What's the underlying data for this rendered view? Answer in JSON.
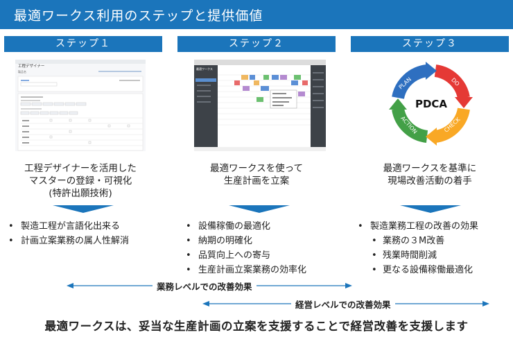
{
  "title": "最適ワークス利用のステップと提供価値",
  "steps": [
    {
      "label": "ステップ１",
      "thumb": {
        "title": "工程デザイナー",
        "subtitle": "製品名"
      },
      "description": [
        "工程デザイナーを活用した",
        "マスターの登録・可視化",
        "(特許出願技術)"
      ],
      "bullets": [
        "製造工程が言語化出来る",
        "計画立案業務の属人性解消"
      ]
    },
    {
      "label": "ステップ２",
      "thumb": {
        "logo": "最適ワークス"
      },
      "description": [
        "最適ワークスを使って",
        "生産計画を立案"
      ],
      "bullets": [
        "設備稼働の最適化",
        "納期の明確化",
        "品質向上への寄与",
        "生産計画立案業務の効率化"
      ]
    },
    {
      "label": "ステップ３",
      "pdca": {
        "center": "PDCA",
        "plan": "PLAN",
        "do": "DO",
        "check": "CHECK",
        "action": "ACTION"
      },
      "description": [
        "最適ワークスを基準に",
        "現場改善活動の着手"
      ],
      "bullets": [
        "製造業務工程の改善の効果"
      ],
      "sub_bullets": [
        "業務の３M改善",
        "残業時間削減",
        "更なる設備稼働最適化"
      ]
    }
  ],
  "levels": {
    "business": "業務レベルでの改善効果",
    "management": "経営レベルでの改善効果"
  },
  "footer": "最適ワークスは、妥当な生産計画の立案を支援することで経営改善を支援します",
  "colors": {
    "accent": "#1b75bb",
    "plan": "#2e6fc0",
    "do": "#e53935",
    "check": "#f9a825",
    "action": "#43a047"
  }
}
